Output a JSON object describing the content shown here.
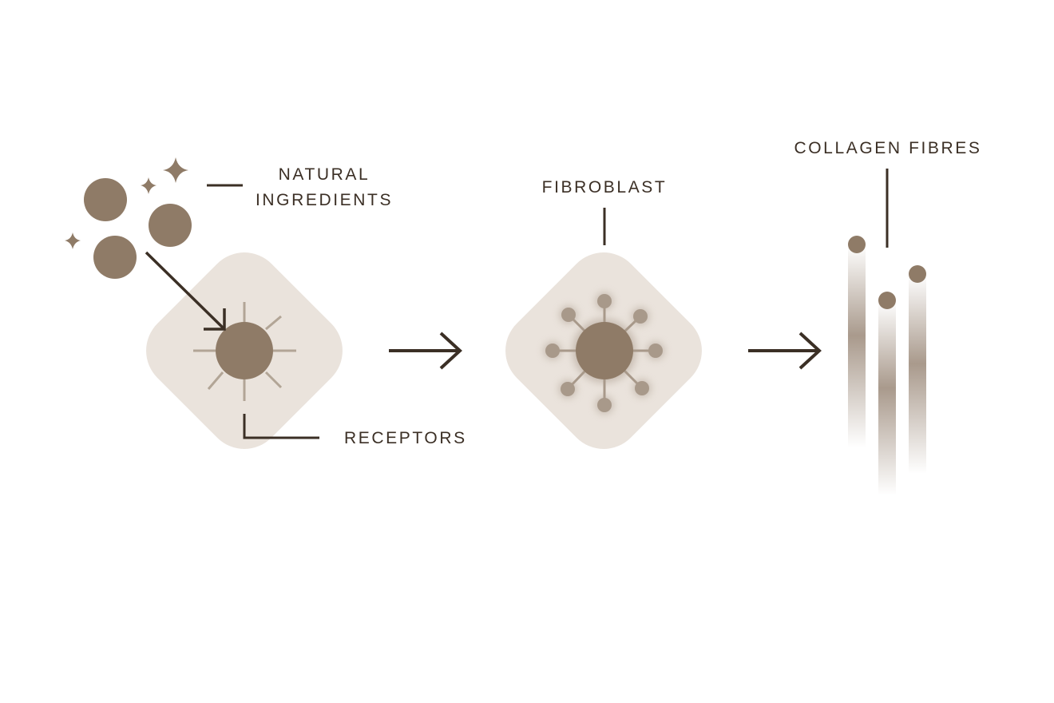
{
  "labels": {
    "natural_line1": "NATURAL",
    "natural_line2": "INGREDIENTS",
    "receptors": "RECEPTORS",
    "fibroblast": "FIBROBLAST",
    "collagen": "COLLAGEN FIBRES"
  },
  "colors": {
    "background": "#ffffff",
    "tile": "#eae3dc",
    "cell": "#8f7b67",
    "node": "#a8998a",
    "ray": "#b2a596",
    "ink": "#3b2f25"
  }
}
